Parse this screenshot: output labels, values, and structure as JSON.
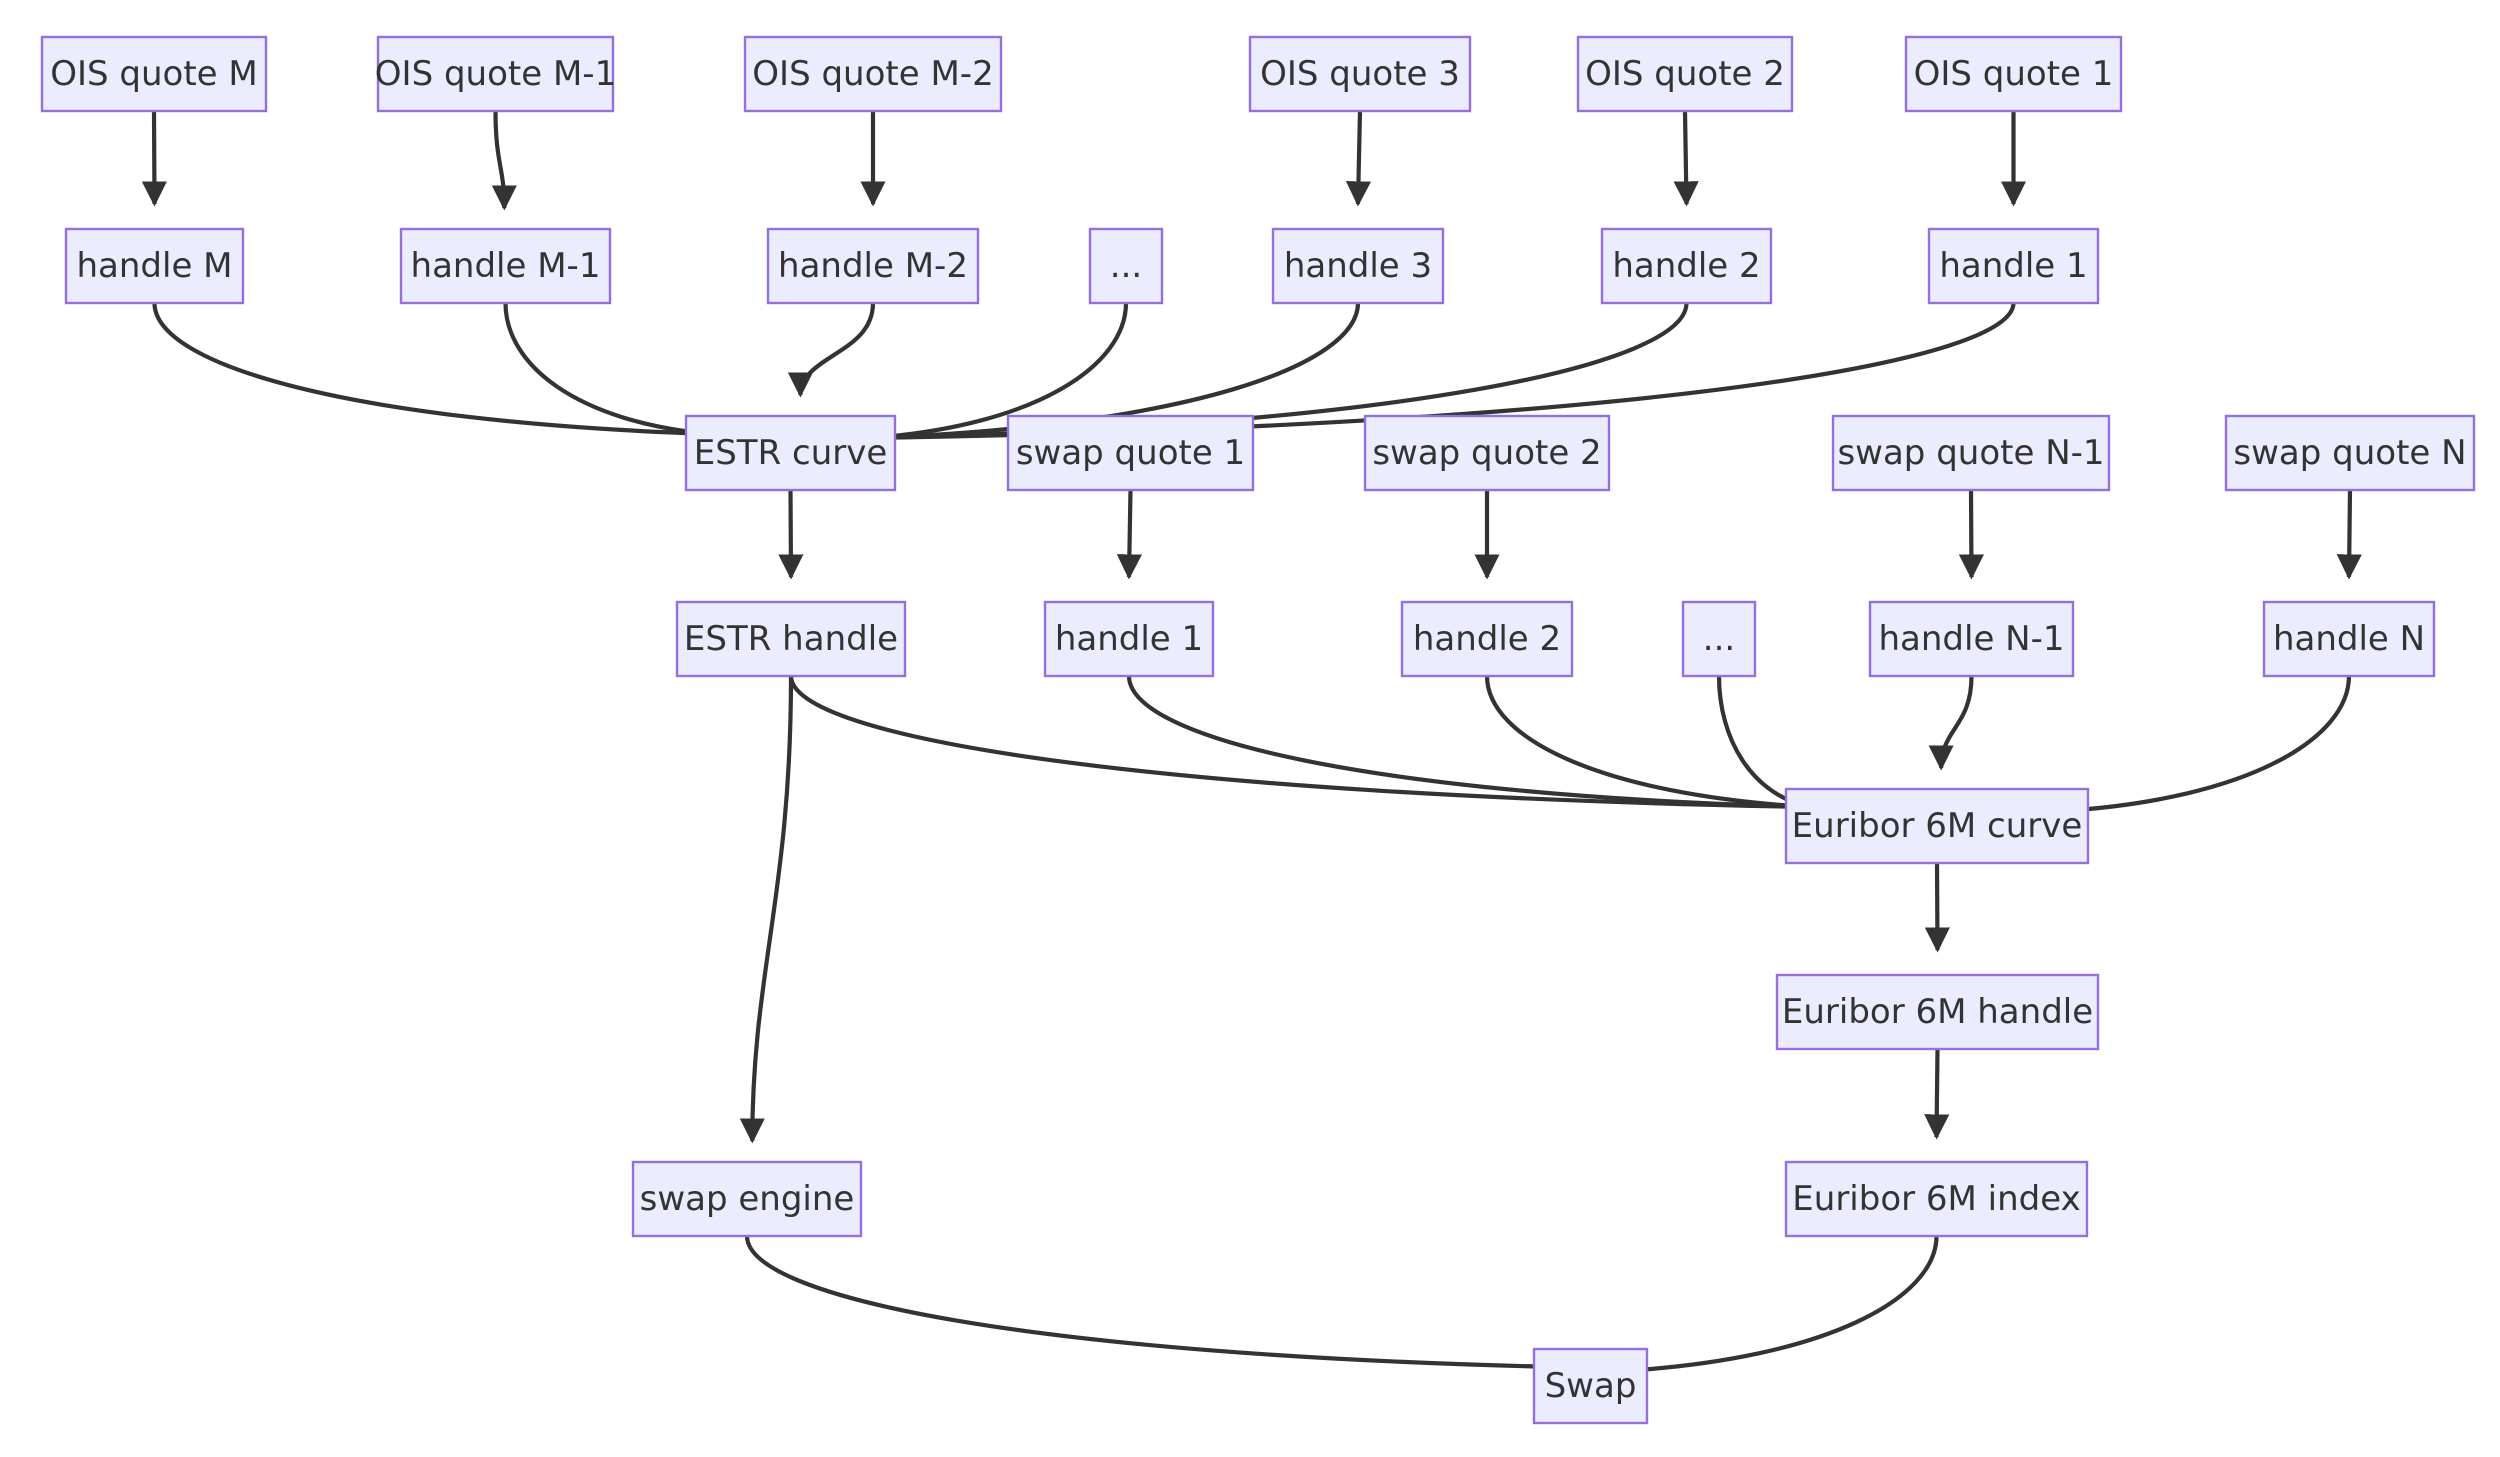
{
  "nodes": {
    "ois_m": "OIS quote M",
    "ois_m1": "OIS quote M-1",
    "ois_m2": "OIS quote M-2",
    "ois_3": "OIS quote 3",
    "ois_2": "OIS quote 2",
    "ois_1": "OIS quote 1",
    "oh_m": "handle M",
    "oh_m1": "handle M-1",
    "oh_m2": "handle M-2",
    "oh_dots": "...",
    "oh_3": "handle 3",
    "oh_2": "handle 2",
    "oh_1": "handle 1",
    "estr_curve": "ESTR curve",
    "sq_1": "swap quote 1",
    "sq_2": "swap quote 2",
    "sq_n1": "swap quote N-1",
    "sq_n": "swap quote N",
    "estr_handle": "ESTR handle",
    "sh_1": "handle 1",
    "sh_2": "handle 2",
    "sh_dots": "...",
    "sh_n1": "handle N-1",
    "sh_n": "handle N",
    "eur_curve": "Euribor 6M curve",
    "eur_handle": "Euribor 6M handle",
    "swap_engine": "swap engine",
    "eur_index": "Euribor 6M index",
    "swap": "Swap"
  },
  "edges": [
    [
      "ois_m",
      "oh_m"
    ],
    [
      "ois_m1",
      "oh_m1"
    ],
    [
      "ois_m2",
      "oh_m2"
    ],
    [
      "ois_3",
      "oh_3"
    ],
    [
      "ois_2",
      "oh_2"
    ],
    [
      "ois_1",
      "oh_1"
    ],
    [
      "oh_m",
      "estr_curve"
    ],
    [
      "oh_m1",
      "estr_curve"
    ],
    [
      "oh_m2",
      "estr_curve"
    ],
    [
      "oh_dots",
      "estr_curve"
    ],
    [
      "oh_3",
      "estr_curve"
    ],
    [
      "oh_2",
      "estr_curve"
    ],
    [
      "oh_1",
      "estr_curve"
    ],
    [
      "estr_curve",
      "estr_handle"
    ],
    [
      "sq_1",
      "sh_1"
    ],
    [
      "sq_2",
      "sh_2"
    ],
    [
      "sq_n1",
      "sh_n1"
    ],
    [
      "sq_n",
      "sh_n"
    ],
    [
      "estr_handle",
      "eur_curve"
    ],
    [
      "sh_1",
      "eur_curve"
    ],
    [
      "sh_2",
      "eur_curve"
    ],
    [
      "sh_dots",
      "eur_curve"
    ],
    [
      "sh_n1",
      "eur_curve"
    ],
    [
      "sh_n",
      "eur_curve"
    ],
    [
      "estr_handle",
      "swap_engine"
    ],
    [
      "eur_curve",
      "eur_handle"
    ],
    [
      "eur_handle",
      "eur_index"
    ],
    [
      "swap_engine",
      "swap"
    ],
    [
      "eur_index",
      "swap"
    ]
  ]
}
